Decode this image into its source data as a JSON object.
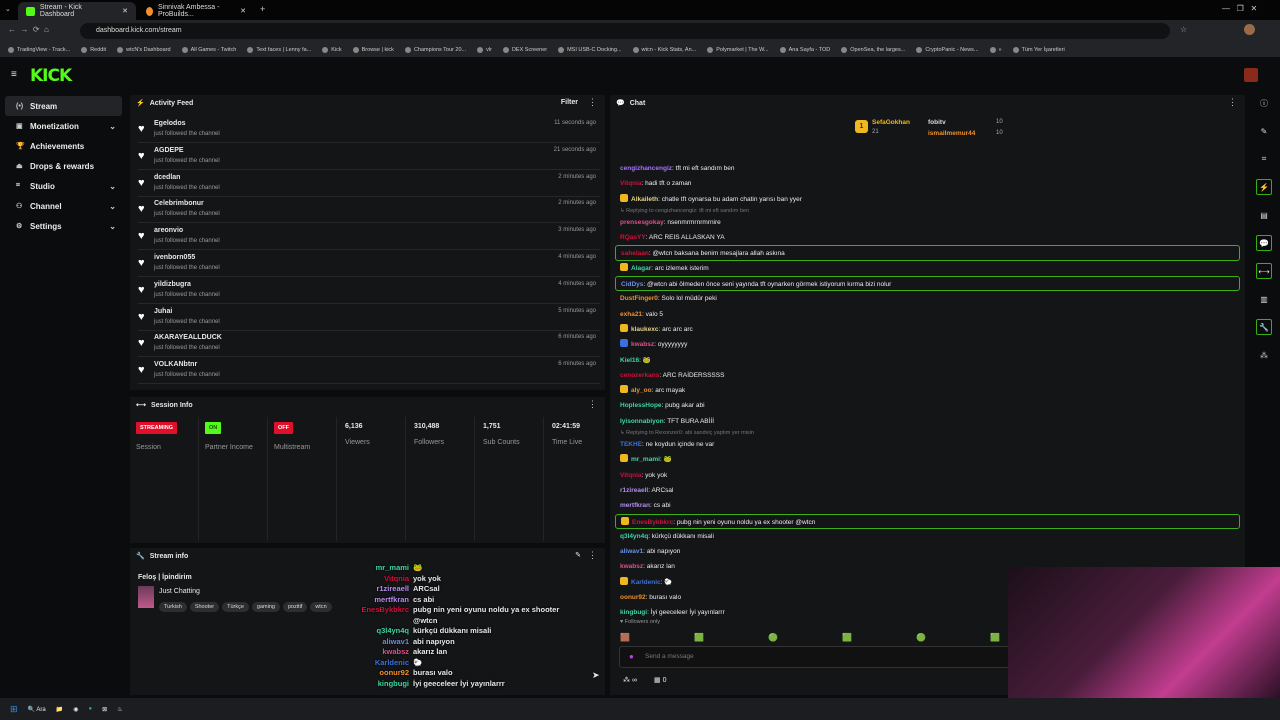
{
  "browser": {
    "tabs": [
      {
        "title": "Stream - Kick Dashboard"
      },
      {
        "title": "Sinnivak Ambessa - ProBuilds..."
      }
    ],
    "url": "dashboard.kick.com/stream",
    "bookmarks": [
      "TradingView - Track...",
      "Reddit",
      "wtcN's Dashboard",
      "All Games - Twitch",
      "Text faces | Lenny fa...",
      "Kick",
      "Browse | kick",
      "Champions Tour 20...",
      "vlr",
      "DEX Screener",
      "MSI USB-C Docking...",
      "wtcn - Kick Stats, An...",
      "Polymarket | The W...",
      "Ana Sayfa - TOD",
      "OpenSea, the larges...",
      "CryptoPanic - News...",
      "»",
      "Tüm Yer İşaretleri"
    ]
  },
  "logo": "KICK",
  "sidebar": {
    "items": [
      {
        "label": "Stream",
        "icon": "(•)"
      },
      {
        "label": "Monetization",
        "icon": "▣",
        "chev": "⌄"
      },
      {
        "label": "Achievements",
        "icon": "🏆"
      },
      {
        "label": "Drops & rewards",
        "icon": "⏏"
      },
      {
        "label": "Studio",
        "icon": "⌗",
        "chev": "⌄"
      },
      {
        "label": "Channel",
        "icon": "⚇",
        "chev": "⌄"
      },
      {
        "label": "Settings",
        "icon": "⚙",
        "chev": "⌄"
      }
    ]
  },
  "activity": {
    "title": "Activity Feed",
    "filter": "Filter",
    "items": [
      {
        "name": "Egelodos",
        "action": "just followed the channel",
        "time": "11 seconds ago"
      },
      {
        "name": "AGDEPE",
        "action": "just followed the channel",
        "time": "21 seconds ago"
      },
      {
        "name": "dcedlan",
        "action": "just followed the channel",
        "time": "2 minutes ago"
      },
      {
        "name": "Celebrimbonur",
        "action": "just followed the channel",
        "time": "2 minutes ago"
      },
      {
        "name": "areonvio",
        "action": "just followed the channel",
        "time": "3 minutes ago"
      },
      {
        "name": "ivenborn055",
        "action": "just followed the channel",
        "time": "4 minutes ago"
      },
      {
        "name": "yildizbugra",
        "action": "just followed the channel",
        "time": "4 minutes ago"
      },
      {
        "name": "Juhai",
        "action": "just followed the channel",
        "time": "5 minutes ago"
      },
      {
        "name": "AKARAYEALLDUCK",
        "action": "just followed the channel",
        "time": "6 minutes ago"
      },
      {
        "name": "VOLKANbtnr",
        "action": "just followed the channel",
        "time": "6 minutes ago"
      }
    ]
  },
  "session": {
    "title": "Session Info",
    "badges": [
      {
        "badge": "STREAMING",
        "label": "Session",
        "color": "#e0102b"
      },
      {
        "badge": "ON",
        "label": "Partner Income",
        "color": "#53fc18"
      },
      {
        "badge": "OFF",
        "label": "Multistream",
        "color": "#e0102b"
      }
    ],
    "stats": [
      {
        "value": "6,136",
        "label": "Viewers"
      },
      {
        "value": "310,488",
        "label": "Followers"
      },
      {
        "value": "1,751",
        "label": "Sub Counts"
      },
      {
        "value": "02:41:59",
        "label": "Time Live"
      }
    ]
  },
  "stream_info": {
    "title": "Stream info",
    "stream_title": "Feloş | İpindirim",
    "category": "Just Chatting",
    "tags": [
      "Turkish",
      "Shooter",
      "Türkçe",
      "gaming",
      "pozitif",
      "wtcn"
    ]
  },
  "overlay_chat": [
    {
      "user": "mr_mami",
      "text": "🐸",
      "color": "#3fd6a0"
    },
    {
      "user": "Vitqnia",
      "text": "yok yok",
      "color": "#d0103a"
    },
    {
      "user": "r1zireaell",
      "text": "ARCsal",
      "color": "#b48cf0"
    },
    {
      "user": "mertfkran",
      "text": "cs abi",
      "color": "#b48cf0"
    },
    {
      "user": "EnesBykbkrc",
      "text": "pubg nin yeni oyunu noldu ya ex shooter",
      "color": "#d0103a"
    },
    {
      "user": "",
      "text": "@wtcn",
      "color": "#fff"
    },
    {
      "user": "q3l4yn4q",
      "text": "kürkçü dükkanı misali",
      "color": "#3fd6a0"
    },
    {
      "user": "aliwav1",
      "text": "abi napıyon",
      "color": "#6a8fe0"
    },
    {
      "user": "kwabsz",
      "text": "akarız lan",
      "color": "#e0508a"
    },
    {
      "user": "Karldenic",
      "text": "🐑",
      "color": "#3a6fe0"
    },
    {
      "user": "oonur92",
      "text": "burası valo",
      "color": "#f0902a"
    },
    {
      "user": "kingbugi",
      "text": "İyi geeceleer İyi yayınlarrr",
      "color": "#3fd6a0"
    }
  ],
  "chat": {
    "title": "Chat",
    "leaderboard": [
      {
        "rank": "1",
        "name": "SefaGokhan",
        "count": "21"
      },
      {
        "name": "fobitv",
        "count": "10"
      },
      {
        "name": "ismailmemur44",
        "count": "10"
      }
    ],
    "messages": [
      {
        "user": "cengizhancengiz",
        "text": ": tft mi eft sandım ben",
        "color": "#a970ff"
      },
      {
        "user": "Vitqnia",
        "text": ": hadi tft o zaman",
        "color": "#d0103a"
      },
      {
        "user": "Alkaileth",
        "text": ": chatle tft oynarsa bu adam chatin yarısı ban yyer",
        "color": "#e6d28a"
      },
      {
        "reply": "↳ Replying to cengizhancengiz: tft mi eft sandım ben",
        "user": "prensesgokay",
        "text": ": nsenmrmrnrmrnire",
        "color": "#e0508a"
      },
      {
        "user": "RQasYY",
        "text": ": ARC REIS ALLASKAN YA",
        "color": "#d0103a"
      },
      {
        "user": "sahelaan",
        "text": ": @wtcn baksana benim mesajlara allah askına",
        "color": "#d0103a",
        "hl": true
      },
      {
        "user": "Alagar",
        "text": ": arc izlemek isterim",
        "color": "#3fd6a0"
      },
      {
        "user": "CidDys",
        "text": ": @wtcn abi ölmeden önce seni yayında tft oynarken görmek istiyorum kırma bizi nolur",
        "color": "#6a8fe0",
        "hl": true
      },
      {
        "user": "DustFinger0",
        "text": ": Solo lol müdür peki",
        "color": "#f0902a"
      },
      {
        "user": "exha21",
        "text": ": valo 5",
        "color": "#f0902a"
      },
      {
        "user": "klaukexc",
        "text": ": arc arc arc",
        "color": "#e6d28a"
      },
      {
        "user": "kwabsz",
        "text": ": oyyyyyyyy",
        "color": "#e0508a"
      },
      {
        "user": "Kiel16",
        "text": ": 🐸",
        "color": "#3fd6a0"
      },
      {
        "user": "cenozerkans",
        "text": ": ARC RAİDERSSSSS",
        "color": "#d0103a"
      },
      {
        "user": "aly_oo",
        "text": ": arc mayak",
        "color": "#f0902a"
      },
      {
        "user": "HoplessHope",
        "text": ": pubg akar abi",
        "color": "#3fd6a0"
      },
      {
        "user": "Iyisonnabiyon",
        "text": ": TFT BURA ABİİİ",
        "color": "#3fd6a0"
      },
      {
        "reply": "↳ Replying to Rexonzer0: abi sandviç yaptım yer misin",
        "user": "TEKHE",
        "text": ": ne koydun içinde ne var",
        "color": "#3a6fe0"
      },
      {
        "user": "mr_mami",
        "text": ": 🐸",
        "color": "#3fd6a0"
      },
      {
        "user": "Vitqnia",
        "text": ": yok yok",
        "color": "#d0103a"
      },
      {
        "user": "r1zireaell",
        "text": ": ARCsal",
        "color": "#b48cf0"
      },
      {
        "user": "mertfkran",
        "text": ": cs abi",
        "color": "#b48cf0"
      },
      {
        "user": "EnesBykbkrc",
        "text": ": pubg nin yeni oyunu noldu ya ex shooter @wtcn",
        "color": "#d0103a",
        "hl": true
      },
      {
        "user": "q3l4yn4q",
        "text": ": kürkçü dükkanı misali",
        "color": "#3fd6a0"
      },
      {
        "user": "aliwav1",
        "text": ": abi napıyon",
        "color": "#6a8fe0"
      },
      {
        "user": "kwabsz",
        "text": ": akarız lan",
        "color": "#e0508a"
      },
      {
        "user": "Karldenic",
        "text": ": 🐑",
        "color": "#3a6fe0"
      },
      {
        "user": "oonur92",
        "text": ": burası valo",
        "color": "#f0902a"
      },
      {
        "user": "kingbugi",
        "text": ": İyi geeceleer İyi yayınlarrr",
        "color": "#3fd6a0"
      }
    ],
    "followers_only": "Followers only",
    "placeholder": "Send a message",
    "points": "∞",
    "shop_count": "0"
  },
  "taskbar": {
    "search": "Ara"
  },
  "accent": "#53fc18"
}
